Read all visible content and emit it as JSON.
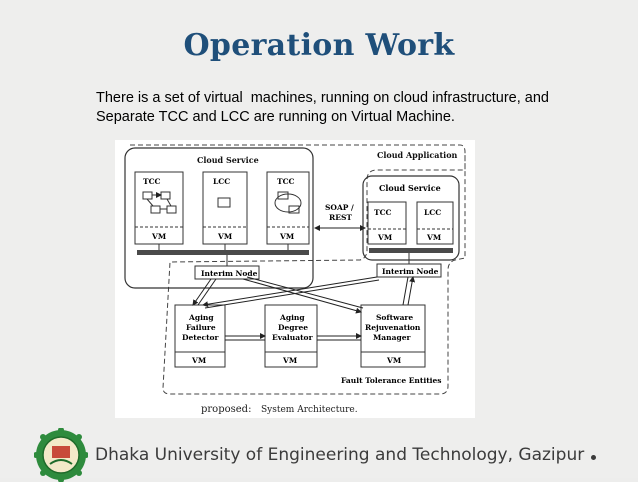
{
  "slide": {
    "title": "Operation Work",
    "description_line1": "There is a set of virtual  machines, running on cloud infrastructure, and",
    "description_line2": "Separate TCC and LCC are running on Virtual Machine.",
    "footer": "Dhaka University of Engineering and Technology, Gazipur"
  },
  "diagram": {
    "cloud_service_left": "Cloud Service",
    "cloud_application": "Cloud Application",
    "cloud_service_right": "Cloud Service",
    "tcc": "TCC",
    "lcc": "LCC",
    "vm": "VM",
    "soap_1": "SOAP /",
    "soap_2": "REST",
    "interim_node": "Interim Node",
    "aging_failure_1": "Aging",
    "aging_failure_2": "Failure",
    "aging_failure_3": "Detector",
    "aging_degree_1": "Aging",
    "aging_degree_2": "Degree",
    "aging_degree_3": "Evaluator",
    "software_1": "Software",
    "software_2": "Rejuvenation",
    "software_3": "Manager",
    "fault_tolerance": "Fault Tolerance Entities",
    "caption_prefix": "proposed:",
    "caption": "System Architecture."
  },
  "colors": {
    "title": "#1f4f7a",
    "bar": "#4a4a4a"
  }
}
